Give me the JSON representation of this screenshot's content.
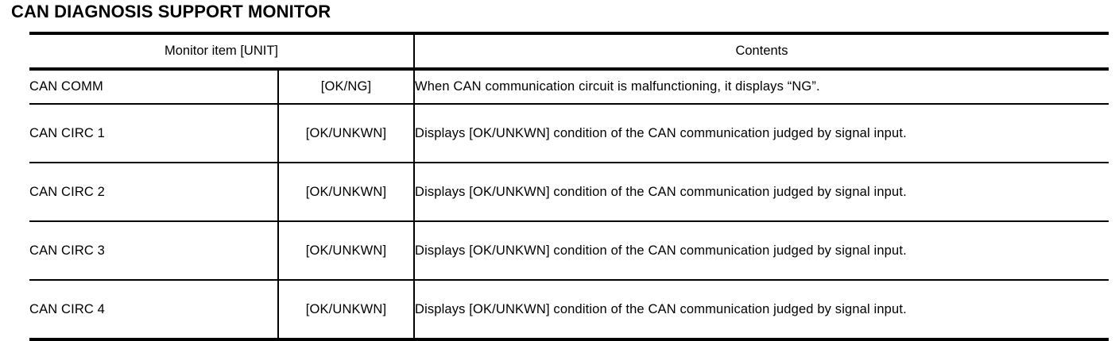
{
  "document": {
    "title": "CAN DIAGNOSIS SUPPORT MONITOR"
  },
  "table": {
    "headers": {
      "monitor_item": "Monitor item [UNIT]",
      "contents": "Contents"
    },
    "rows": [
      {
        "item": "CAN COMM",
        "unit": "[OK/NG]",
        "contents": "When CAN communication circuit is malfunctioning, it displays “NG”."
      },
      {
        "item": "CAN CIRC 1",
        "unit": "[OK/UNKWN]",
        "contents": "Displays [OK/UNKWN] condition of the CAN communication judged by signal input."
      },
      {
        "item": "CAN CIRC 2",
        "unit": "[OK/UNKWN]",
        "contents": "Displays [OK/UNKWN] condition of the CAN communication judged by signal input."
      },
      {
        "item": "CAN CIRC 3",
        "unit": "[OK/UNKWN]",
        "contents": "Displays [OK/UNKWN] condition of the CAN communication judged by signal input."
      },
      {
        "item": "CAN CIRC 4",
        "unit": "[OK/UNKWN]",
        "contents": "Displays [OK/UNKWN] condition of the CAN communication judged by signal input."
      }
    ]
  },
  "colors": {
    "ink": "#000000",
    "paper": "#ffffff"
  }
}
